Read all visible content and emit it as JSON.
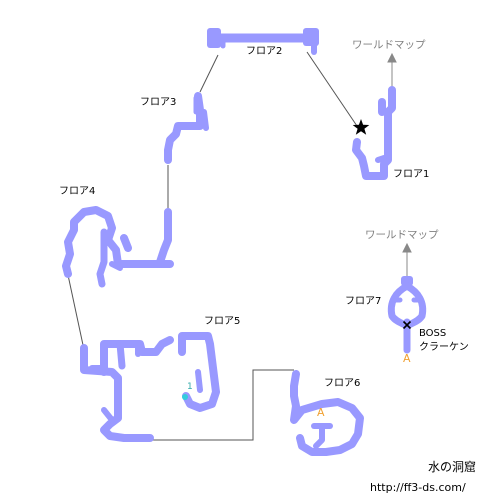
{
  "map": {
    "title": "水の洞窟",
    "url": "http://ff3-ds.com/",
    "exit_label": "ワールドマップ",
    "boss_label": "BOSS",
    "boss_name": "クラーケン",
    "marker_a": "A",
    "marker_1": "1",
    "colors": {
      "path": "#9999ff",
      "line": "#555555",
      "arrow": "#888888",
      "marker_a": "#f0a030",
      "cyan_dot": "#33ccdd"
    },
    "floors": {
      "f1": "フロア1",
      "f2": "フロア2",
      "f3": "フロア3",
      "f4": "フロア4",
      "f5": "フロア5",
      "f6": "フロア6",
      "f7": "フロア7"
    }
  }
}
